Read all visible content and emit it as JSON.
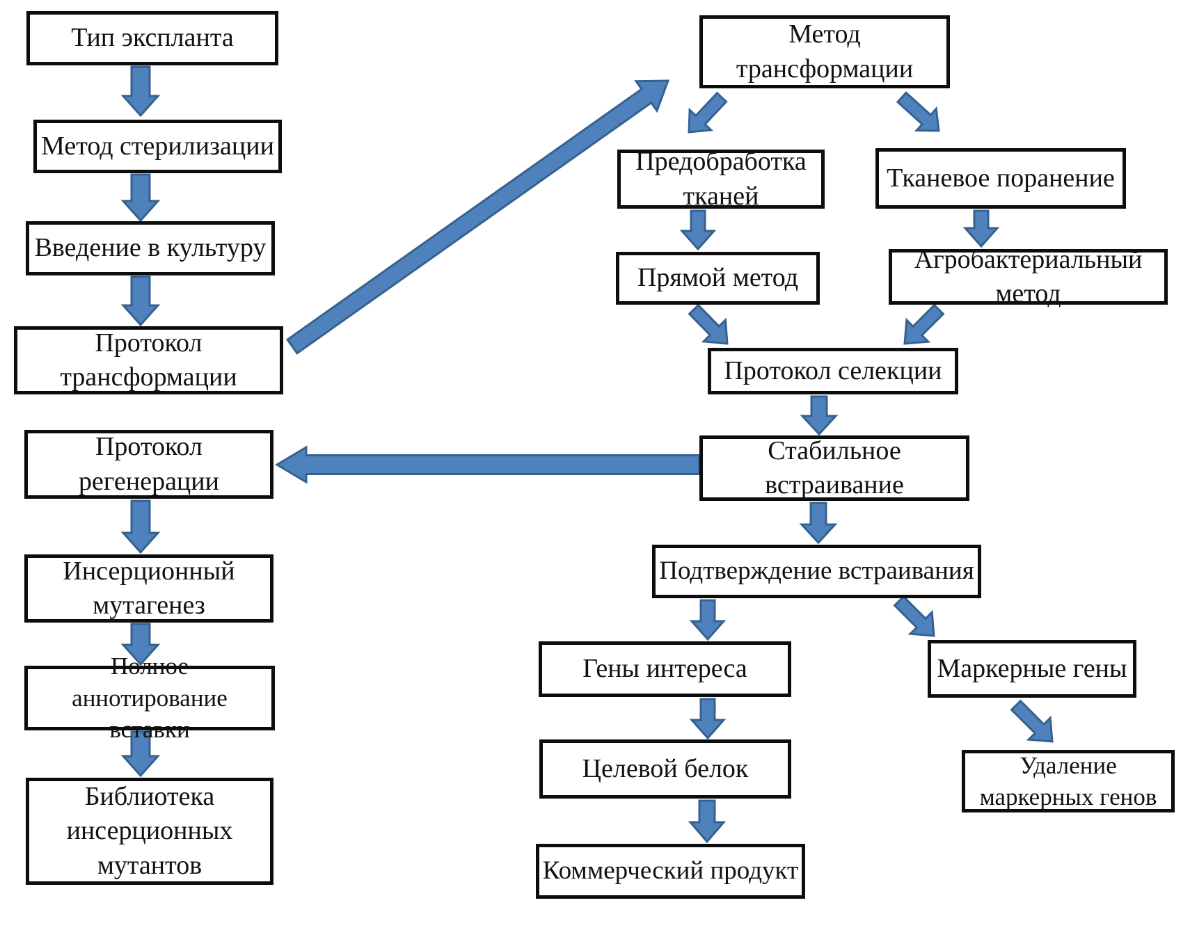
{
  "flowchart": {
    "colors": {
      "arrow_fill": "#4f81bd",
      "arrow_stroke": "#35618f",
      "box_border": "#000000",
      "box_fill": "#ffffff",
      "text": "#111111"
    },
    "nodes": {
      "explant_type": "Тип экспланта",
      "sterilization_method": "Метод стерилизации",
      "culture_introduction": "Введение в культуру",
      "transformation_protocol": "Протокол\nтрансформации",
      "regeneration_protocol": "Протокол\nрегенерации",
      "insertional_mutagenesis": "Инсерционный\nмутагенез",
      "full_insert_annotation": "Полное аннотирование\nвставки",
      "insertional_mutant_library": "Библиотека\nинсерционных\nмутантов",
      "transformation_method": "Метод\nтрансформации",
      "tissue_pretreatment": "Предобработка\nтканей",
      "tissue_wounding": "Тканевое поранение",
      "direct_method": "Прямой метод",
      "agrobacterial_method": "Агробактериальный\nметод",
      "selection_protocol": "Протокол селекции",
      "stable_integration": "Стабильное\nвстраивание",
      "integration_confirmation": "Подтверждение встраивания",
      "genes_of_interest": "Гены интереса",
      "target_protein": "Целевой белок",
      "commercial_product": "Коммерческий продукт",
      "marker_genes": "Маркерные гены",
      "marker_gene_removal": "Удаление\nмаркерных генов"
    }
  }
}
